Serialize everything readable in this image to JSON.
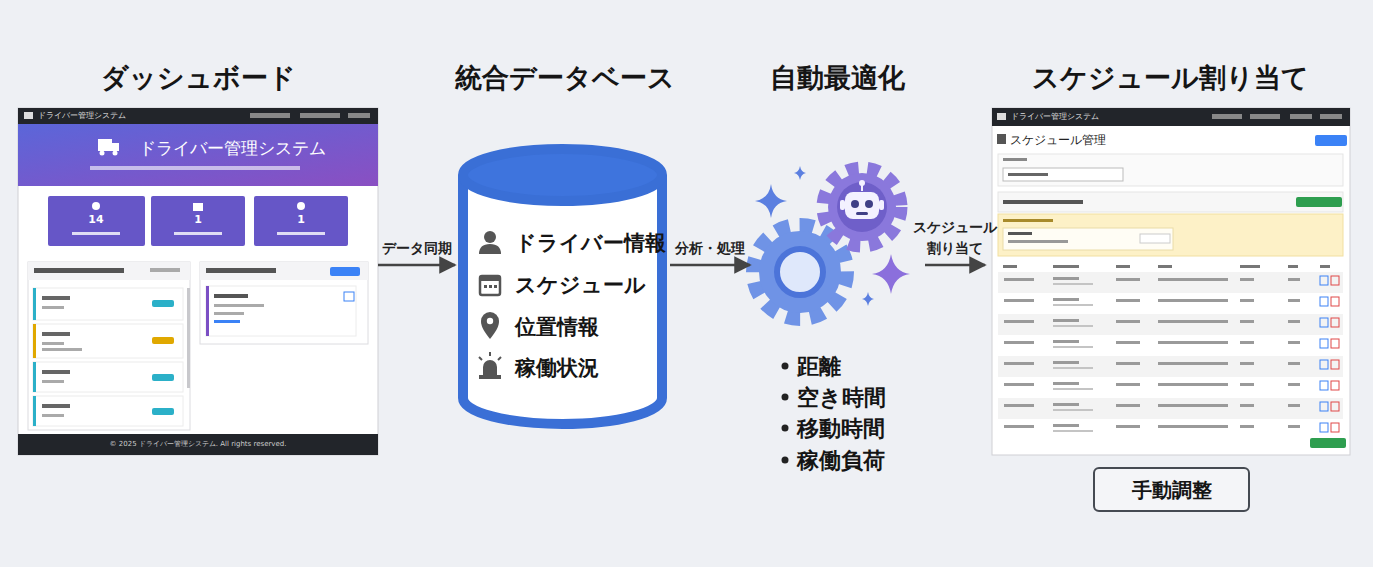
{
  "diagram": {
    "nodes": [
      {
        "text": [
          "ダッシュボード"
        ]
      },
      {
        "text": [
          "統合データベース",
          "ドライバー情報",
          "スケジュール",
          "位置情報",
          "稼働状況"
        ]
      },
      {
        "text": [
          "自動最適化",
          "距離",
          "空き時間",
          "移動時間",
          "稼働負荷"
        ]
      },
      {
        "text": [
          "スケジュール割り当て"
        ]
      },
      {
        "text": [
          "手動調整"
        ]
      }
    ],
    "edges": [
      {
        "from": 0,
        "to": 1,
        "label": "データ同期",
        "arrow": "to"
      },
      {
        "from": 1,
        "to": 2,
        "label": "分析・処理",
        "arrow": "to"
      },
      {
        "from": 2,
        "to": 3,
        "label": "スケジュール 割り当て",
        "arrow": "to"
      }
    ],
    "labels": [
      "ドライバー管理システム",
      "ドライバー管理システム",
      "14",
      "1",
      "1",
      "© 2025 ドライバー管理システム. All rights reserved.",
      "ドライバー管理システム",
      "スケジュール管理"
    ]
  }
}
